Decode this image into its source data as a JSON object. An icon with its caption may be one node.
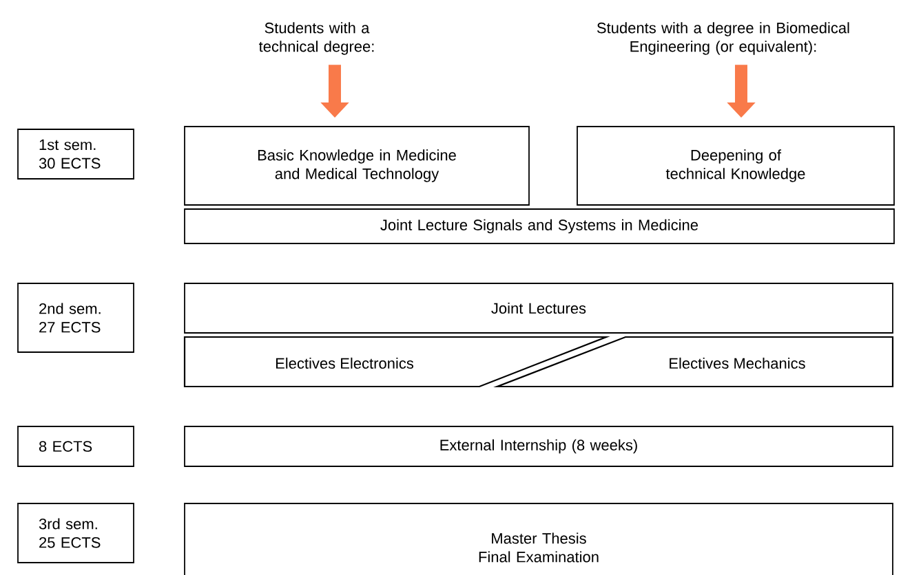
{
  "diagram": {
    "nodes": [
      {
        "text": [
          "Students with a technical degree:"
        ]
      },
      {
        "text": [
          "Students with a degree in Biomedical Engineering (or equivalent):"
        ]
      },
      {
        "text": [
          "1st sem. 30 ECTS"
        ]
      },
      {
        "text": [
          "Basic Knowledge in Medicine and Medical Technology"
        ]
      },
      {
        "text": [
          "Deepening of technical Knowledge"
        ]
      },
      {
        "text": [
          "Joint Lecture Signals and Systems in Medicine"
        ]
      },
      {
        "text": [
          "2nd sem. 27 ECTS"
        ]
      },
      {
        "text": [
          "Joint Lectures"
        ]
      },
      {
        "text": [
          "Electives Electronics"
        ]
      },
      {
        "text": [
          "Electives Mechanics"
        ]
      },
      {
        "text": [
          "8 ECTS"
        ]
      },
      {
        "text": [
          "External Internship (8 weeks)"
        ]
      },
      {
        "text": [
          "3rd sem. 25 ECTS"
        ]
      },
      {
        "text": [
          "Master Thesis",
          "Final Examination"
        ]
      }
    ],
    "edges": [
      {
        "from": 0,
        "to": 3,
        "arrow": "to",
        "color": "#f97a4a"
      },
      {
        "from": 1,
        "to": 4,
        "arrow": "to",
        "color": "#f97a4a"
      }
    ]
  }
}
